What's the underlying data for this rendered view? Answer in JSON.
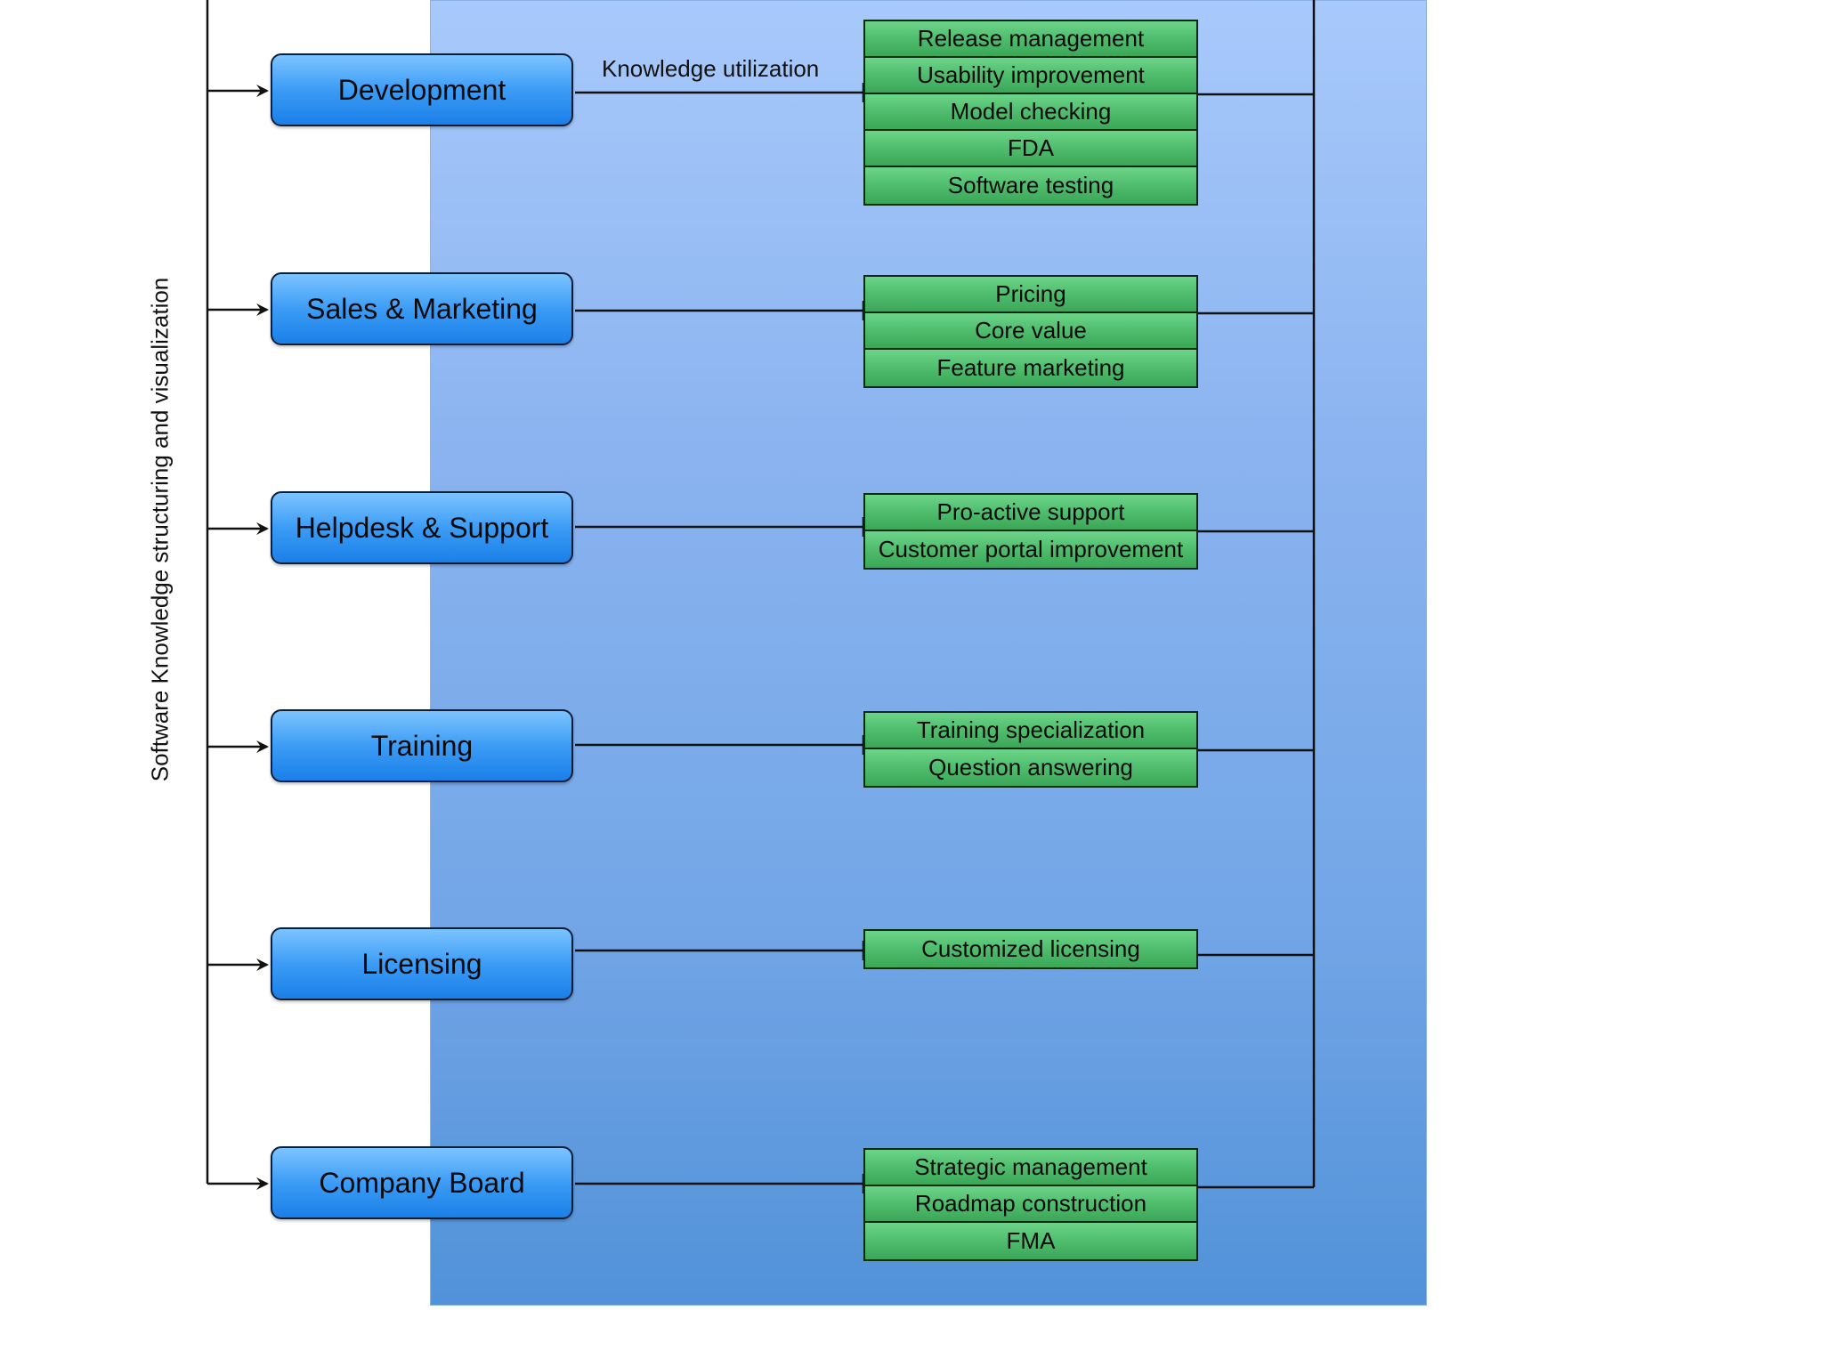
{
  "diagram": {
    "vertical_label": "Software Knowledge structuring and visualization",
    "edge_label": "Knowledge utilization",
    "departments": [
      {
        "name": "Development",
        "items": [
          "Release management",
          "Usability improvement",
          "Model checking",
          "FDA",
          "Software testing"
        ]
      },
      {
        "name": "Sales & Marketing",
        "items": [
          "Pricing",
          "Core value",
          "Feature marketing"
        ]
      },
      {
        "name": "Helpdesk & Support",
        "items": [
          "Pro-active support",
          "Customer portal improvement"
        ]
      },
      {
        "name": "Training",
        "items": [
          "Training specialization",
          "Question answering"
        ]
      },
      {
        "name": "Licensing",
        "items": [
          "Customized licensing"
        ]
      },
      {
        "name": "Company Board",
        "items": [
          "Strategic management",
          "Roadmap construction",
          "FMA"
        ]
      }
    ],
    "colors": {
      "department_fill": "#3c9cf5",
      "item_fill": "#4fbd6d",
      "panel_fill": "#8ab3ef",
      "line": "#111111"
    }
  }
}
